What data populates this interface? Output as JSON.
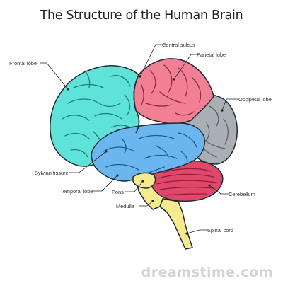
{
  "title": "The Structure of the Human Brain",
  "labels": {
    "central_sulcus": "Central sulcus",
    "parietal_lobe": "Parietal lobe",
    "frontal_lobe": "Frontal lobe",
    "occipetal_lobe": "Occipetal lobe",
    "sylvian_fissure": "Sylvian fissure",
    "temporal_lobe": "Temporal lobe",
    "pons": "Pons",
    "medulla": "Medulla",
    "cerebellum": "Cerebellum",
    "spinal_cord": "Spinal cord"
  },
  "watermark": "dreamstime.com",
  "colors": {
    "frontal": "#5fe3d8",
    "parietal": "#f37f97",
    "occipital": "#a9afb5",
    "temporal": "#6cb6f0",
    "cerebellum": "#e0476a",
    "brainstem": "#f5eb8e",
    "outline": "#1f2a33"
  }
}
